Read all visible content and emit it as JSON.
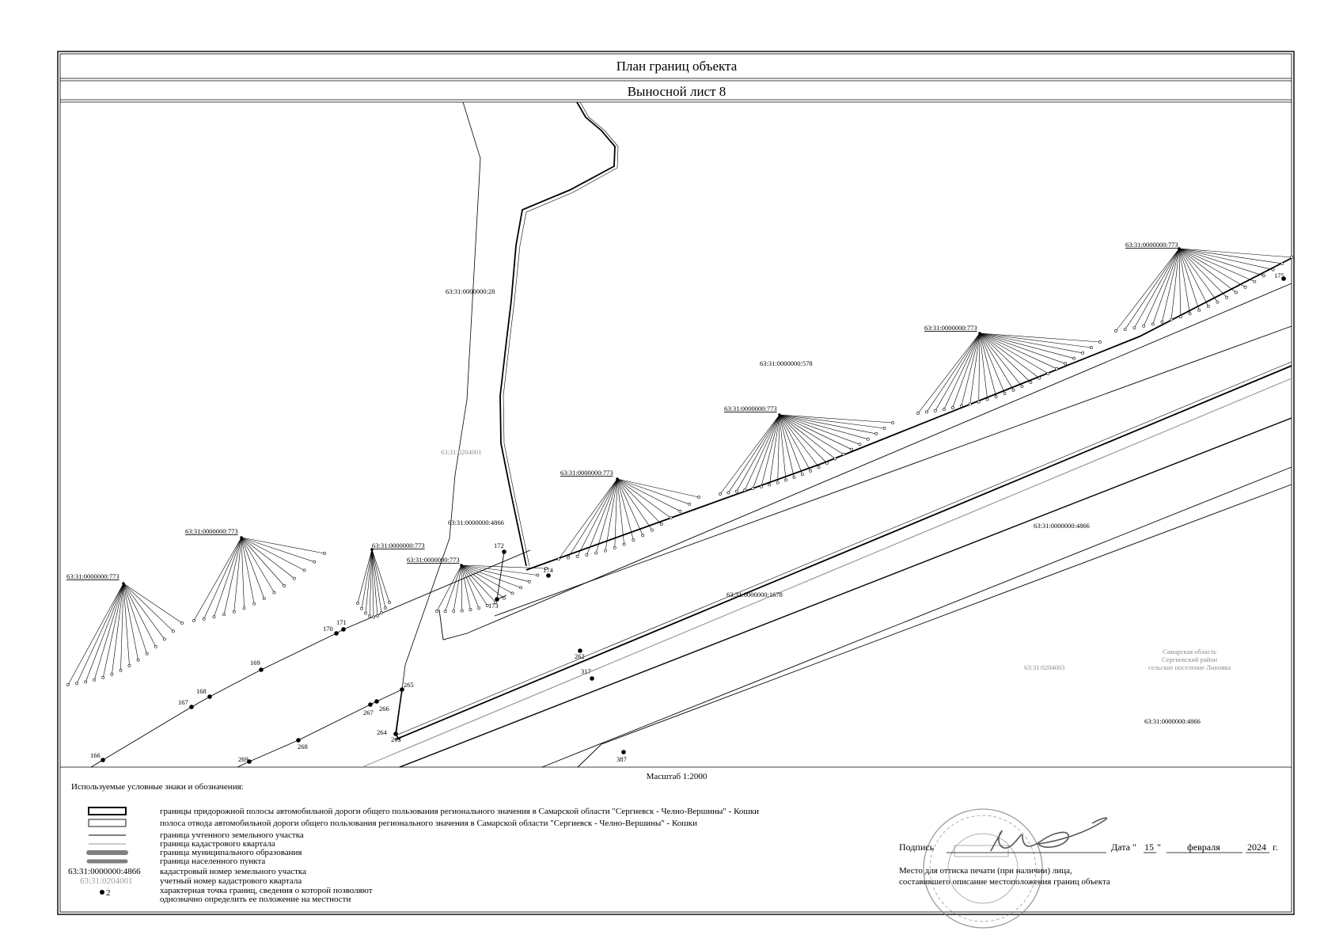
{
  "header": {
    "title": "План границ объекта",
    "subtitle": "Выносной лист 8"
  },
  "map": {
    "labels": {
      "p28": "63:31:0000000:28",
      "p578": "63:31:0000000:578",
      "p773_a": "63:31:0000000:773",
      "p773_b": "63:31:0000000:773",
      "p773_c": "63:31:0000000:773",
      "p773_d": "63:31:0000000:773",
      "p773_e": "63:31:0000000:773",
      "p773_f": "63:31:0000000:773",
      "p773_g": "63:31:0000000:773",
      "p773_h": "63:31:0000000:773",
      "p4866_a": "63:31:0000000:4866",
      "p4866_b": "63:31:0000000:4866",
      "p4866_c": "63:31:0000000:4866",
      "p1678": "63:31:0000000:1678",
      "q_left": "63:31:0204001",
      "q_right": "63:31:0204003",
      "settlement_1": "Самарская область",
      "settlement_2": "Сергиевский район",
      "settlement_3": "сельское поселение Липовка"
    },
    "points": {
      "p166": "166",
      "p167": "167",
      "p168": "168",
      "p169": "169",
      "p170": "170",
      "p171": "171",
      "p172": "172",
      "p173": "173",
      "p174": "174",
      "p175": "175",
      "p262": "262",
      "p263": "263",
      "p264": "264",
      "p265": "265",
      "p266": "266",
      "p267": "267",
      "p268": "268",
      "p269": "269",
      "p317": "317",
      "p387": "387"
    },
    "scale": "Масштаб 1:2000"
  },
  "legend": {
    "title": "Используемые условные знаки и обозначения:",
    "items": [
      "границы придорожной полосы автомобильной дороги общего пользования регионального значения в Самарской области \"Сергиевск - Челно-Вершины\" - Кошки",
      "полоса отвода автомобильной дороги общего пользования регионального значения в Самарской области \"Сергиевск - Челно-Вершины\" - Кошки",
      "граница учтенного земельного участка",
      "граница кадастрового квартала",
      "граница муниципального образования",
      "граница населенного пункта",
      "кадастровый номер земельного участка",
      "учетный номер кадастрового квартала",
      "характерная точка границ, сведения о которой позволяют",
      "однозначно определить ее положение на местности"
    ],
    "sample_parcel": "63:31:0000000:4866",
    "sample_quarter": "63:31:0204001",
    "sample_point": "2"
  },
  "signature": {
    "sign_label": "Подпись",
    "date_label": "Дата \"",
    "day": "15",
    "quote_close": "\"",
    "month": "февраля",
    "year": "2024",
    "year_suffix": "г.",
    "stamp_note_1": "Место для оттиска печати (при наличии) лица,",
    "stamp_note_2": "составившего описание местоположения границ объекта"
  },
  "colors": {
    "line": "#000000",
    "quarter_gray": "#9a9a9a",
    "stamp_gray": "#7a7a7a"
  }
}
